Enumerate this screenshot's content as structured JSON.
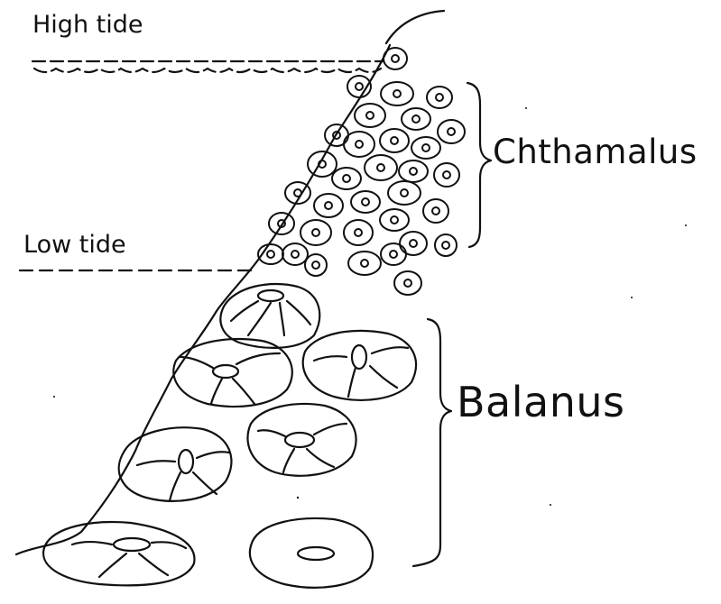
{
  "labels": {
    "high_tide": "High tide",
    "low_tide": "Low tide",
    "chthamalus": "Chthamalus",
    "balanus": "Balanus"
  },
  "colors": {
    "ink": "#111111",
    "paper": "#ffffff"
  }
}
